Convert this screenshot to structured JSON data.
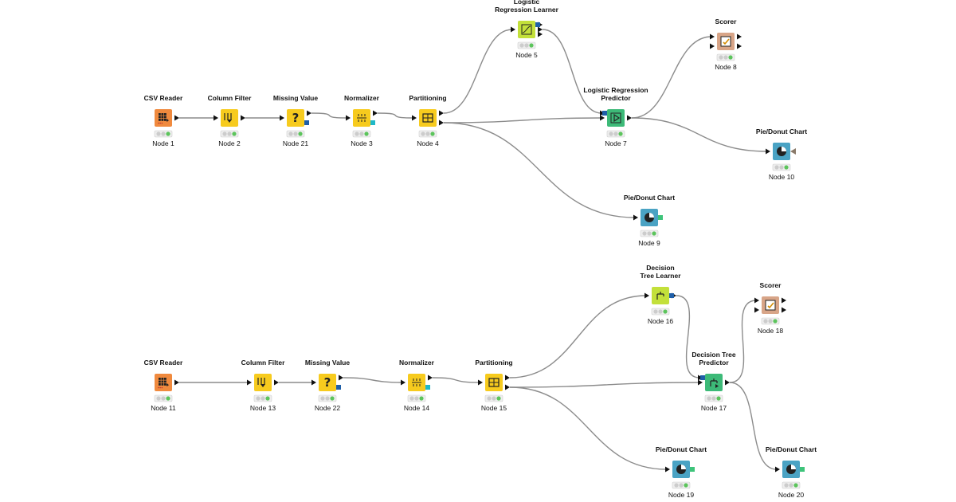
{
  "colors": {
    "source": "#f08a3e",
    "manipulator": "#f7cb1e",
    "learner": "#c3e03a",
    "predictor": "#3dba78",
    "visualizer": "#4aa3c4",
    "other": "#d8a588",
    "status_ok": "#5cc45c",
    "status_idle": "#cccccc",
    "model_port": "#1f5fa8",
    "table_port": "#111111",
    "view_port_green": "#3ec47a",
    "view_port_gray": "#8a7a6a",
    "flowvar_port": "#1fb8c8"
  },
  "nodes": [
    {
      "id": "n1",
      "title": [
        "CSV Reader"
      ],
      "label": "Node 1",
      "kind": "source",
      "icon": "csv-reader-icon"
    },
    {
      "id": "n2",
      "title": [
        "Column Filter"
      ],
      "label": "Node 2",
      "kind": "manipulator",
      "icon": "column-filter-icon"
    },
    {
      "id": "n21",
      "title": [
        "Missing Value"
      ],
      "label": "Node 21",
      "kind": "manipulator",
      "icon": "missing-value-icon"
    },
    {
      "id": "n3",
      "title": [
        "Normalizer"
      ],
      "label": "Node 3",
      "kind": "manipulator",
      "icon": "normalizer-icon"
    },
    {
      "id": "n4",
      "title": [
        "Partitioning"
      ],
      "label": "Node 4",
      "kind": "manipulator",
      "icon": "partitioning-icon"
    },
    {
      "id": "n5",
      "title": [
        "Logistic",
        "Regression Learner"
      ],
      "label": "Node 5",
      "kind": "learner",
      "icon": "logistic-learner-icon"
    },
    {
      "id": "n7",
      "title": [
        "Logistic Regression",
        "Predictor"
      ],
      "label": "Node 7",
      "kind": "predictor",
      "icon": "predictor-icon"
    },
    {
      "id": "n8",
      "title": [
        "Scorer"
      ],
      "label": "Node 8",
      "kind": "other",
      "icon": "scorer-icon"
    },
    {
      "id": "n10",
      "title": [
        "Pie/Donut Chart"
      ],
      "label": "Node 10",
      "kind": "visualizer",
      "icon": "pie-chart-icon"
    },
    {
      "id": "n9",
      "title": [
        "Pie/Donut Chart"
      ],
      "label": "Node 9",
      "kind": "visualizer",
      "icon": "pie-chart-icon"
    },
    {
      "id": "n11",
      "title": [
        "CSV Reader"
      ],
      "label": "Node 11",
      "kind": "source",
      "icon": "csv-reader-icon"
    },
    {
      "id": "n13",
      "title": [
        "Column Filter"
      ],
      "label": "Node 13",
      "kind": "manipulator",
      "icon": "column-filter-icon"
    },
    {
      "id": "n22",
      "title": [
        "Missing Value"
      ],
      "label": "Node 22",
      "kind": "manipulator",
      "icon": "missing-value-icon"
    },
    {
      "id": "n14",
      "title": [
        "Normalizer"
      ],
      "label": "Node 14",
      "kind": "manipulator",
      "icon": "normalizer-icon"
    },
    {
      "id": "n15",
      "title": [
        "Partitioning"
      ],
      "label": "Node 15",
      "kind": "manipulator",
      "icon": "partitioning-icon"
    },
    {
      "id": "n16",
      "title": [
        "Decision",
        "Tree Learner"
      ],
      "label": "Node 16",
      "kind": "learner",
      "icon": "decision-tree-learner-icon"
    },
    {
      "id": "n17",
      "title": [
        "Decision Tree",
        "Predictor"
      ],
      "label": "Node 17",
      "kind": "predictor",
      "icon": "decision-tree-predictor-icon"
    },
    {
      "id": "n18",
      "title": [
        "Scorer"
      ],
      "label": "Node 18",
      "kind": "other",
      "icon": "scorer-icon"
    },
    {
      "id": "n19",
      "title": [
        "Pie/Donut Chart"
      ],
      "label": "Node 19",
      "kind": "visualizer",
      "icon": "pie-chart-icon"
    },
    {
      "id": "n20",
      "title": [
        "Pie/Donut Chart"
      ],
      "label": "Node 20",
      "kind": "visualizer",
      "icon": "pie-chart-icon"
    }
  ],
  "connections": [
    [
      "n1",
      "n2"
    ],
    [
      "n2",
      "n21"
    ],
    [
      "n21",
      "n3"
    ],
    [
      "n3",
      "n4"
    ],
    [
      "n4",
      "n5"
    ],
    [
      "n4",
      "n7"
    ],
    [
      "n4",
      "n9"
    ],
    [
      "n5",
      "n7"
    ],
    [
      "n7",
      "n8"
    ],
    [
      "n7",
      "n10"
    ],
    [
      "n11",
      "n13"
    ],
    [
      "n13",
      "n22"
    ],
    [
      "n22",
      "n14"
    ],
    [
      "n14",
      "n15"
    ],
    [
      "n15",
      "n16"
    ],
    [
      "n15",
      "n17"
    ],
    [
      "n15",
      "n19"
    ],
    [
      "n16",
      "n17"
    ],
    [
      "n17",
      "n18"
    ],
    [
      "n17",
      "n20"
    ]
  ]
}
